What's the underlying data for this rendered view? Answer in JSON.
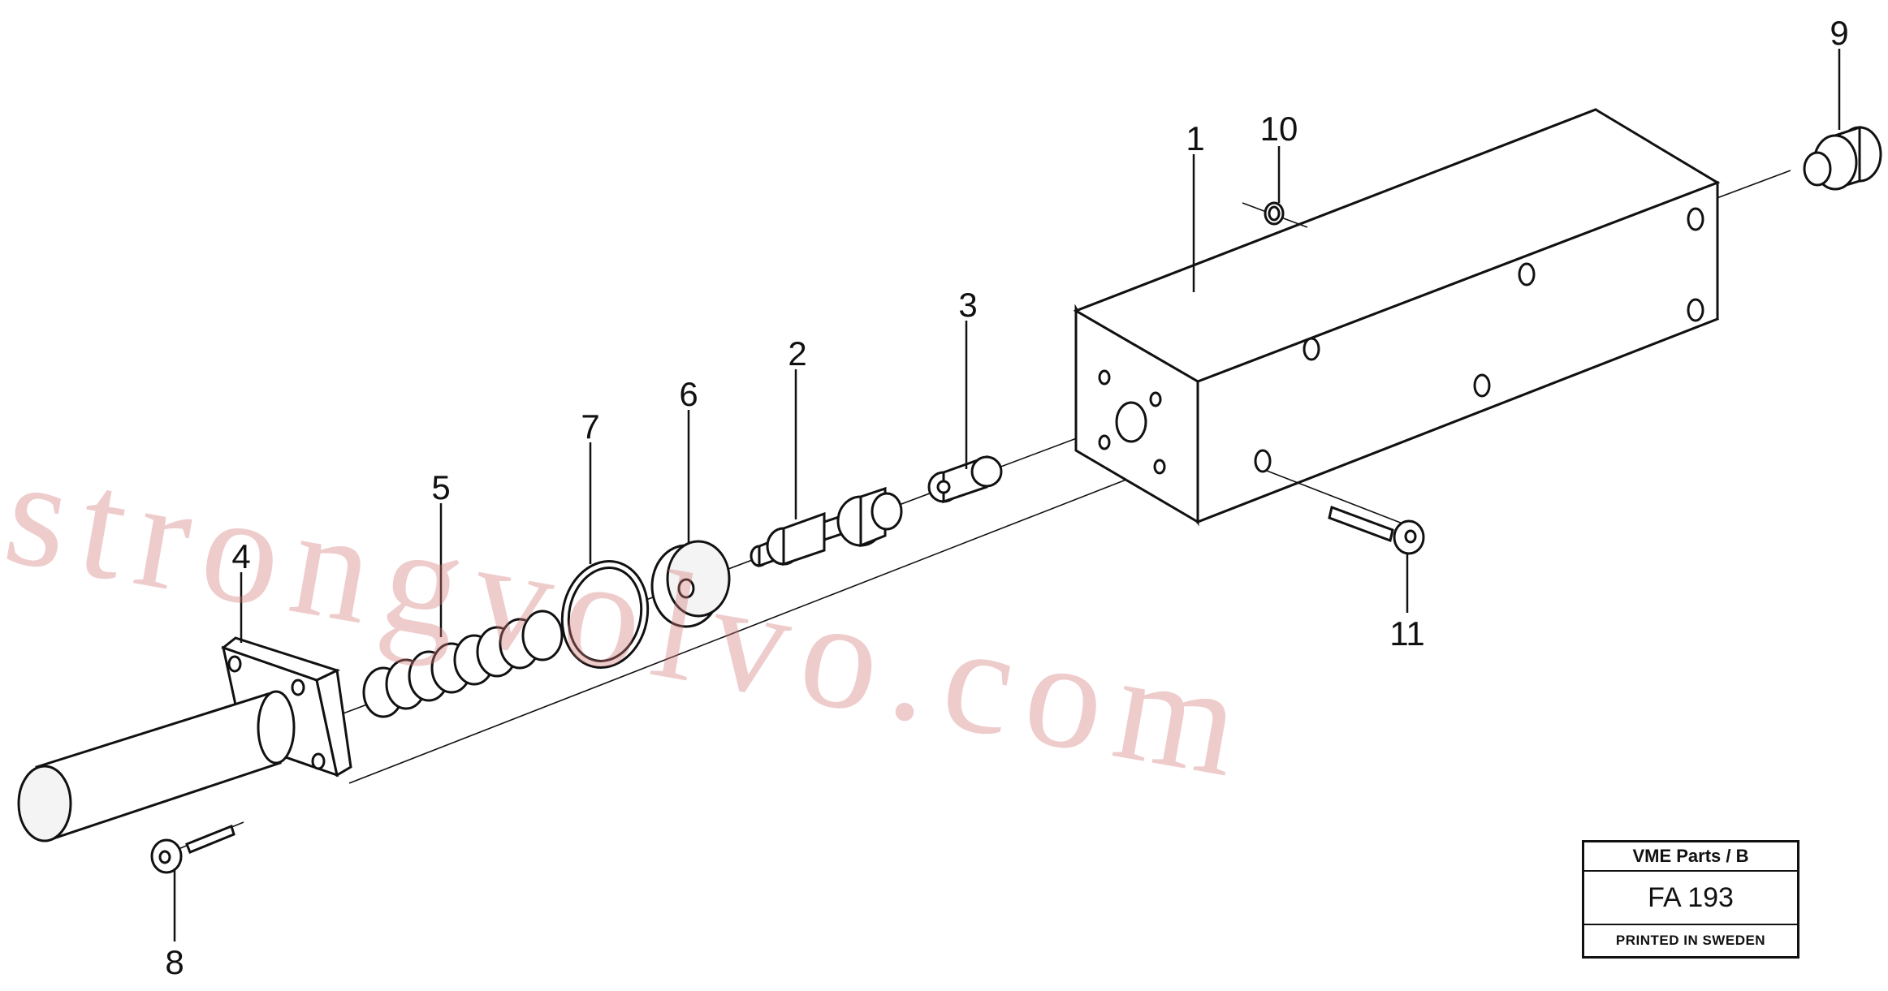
{
  "diagram": {
    "part_labels": {
      "p1": "1",
      "p2": "2",
      "p3": "3",
      "p4": "4",
      "p5": "5",
      "p6": "6",
      "p7": "7",
      "p8": "8",
      "p9": "9",
      "p10": "10",
      "p11": "11"
    }
  },
  "title_block": {
    "source": "VME Parts / B",
    "code": "FA 193",
    "printed": "PRINTED IN SWEDEN"
  },
  "watermark": {
    "text": "strongvolvo.com"
  },
  "colors": {
    "line": "#111111",
    "watermark": "#d67878",
    "background": "#ffffff"
  }
}
